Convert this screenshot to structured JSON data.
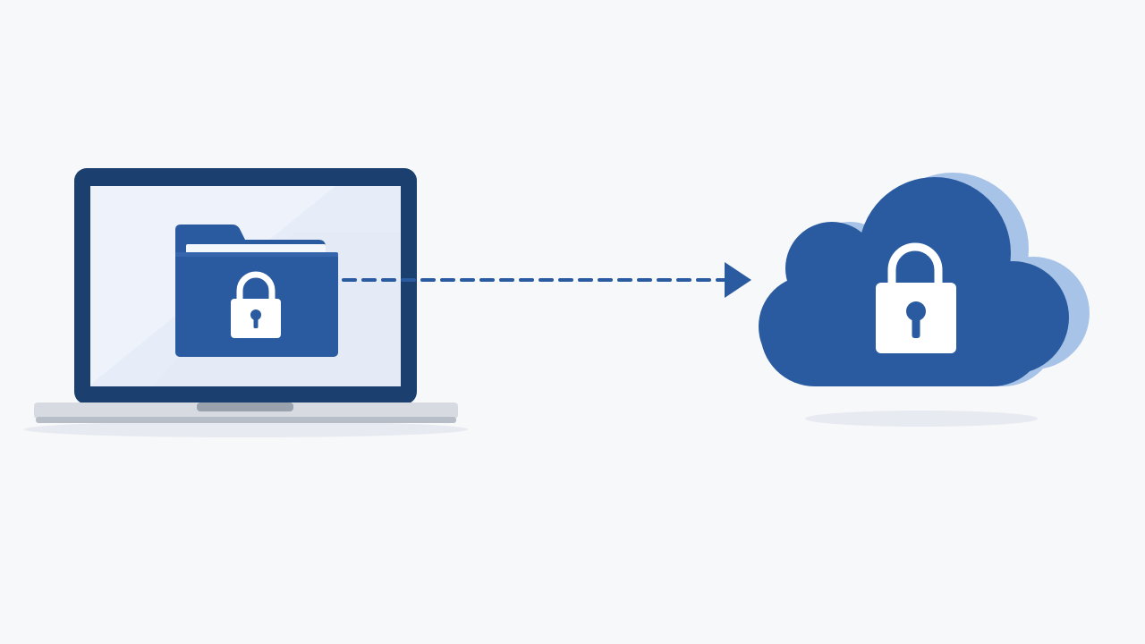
{
  "diagram": {
    "nodes": [
      {
        "id": "laptop",
        "icon": "laptop-icon",
        "contains": [
          "folder-icon",
          "padlock-icon"
        ]
      },
      {
        "id": "cloud",
        "icon": "cloud-icon",
        "contains": [
          "padlock-icon"
        ]
      }
    ],
    "edges": [
      {
        "from": "laptop",
        "to": "cloud",
        "style": "dashed",
        "arrowhead": "triangle"
      }
    ]
  },
  "colors": {
    "background": "#f7f8fa",
    "primary_blue": "#2a5ba0",
    "navy_frame": "#1b3f6e",
    "cloud_back": "#a8c3e8",
    "screen": "#e6edf8",
    "laptop_base": "#d7dbe1",
    "lock_white": "#ffffff",
    "shadow": "#e7eaf0"
  }
}
